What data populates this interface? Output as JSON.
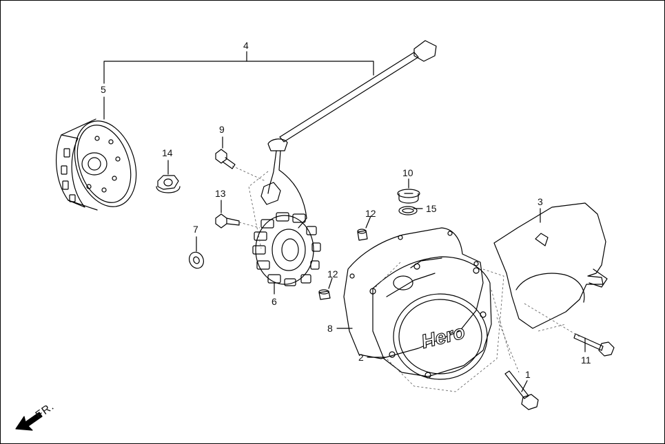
{
  "diagram": {
    "brand_text": "Hero",
    "direction_label": "FR.",
    "callouts": {
      "c1": "1",
      "c2": "2",
      "c3": "3",
      "c4": "4",
      "c5": "5",
      "c6": "6",
      "c7": "7",
      "c8": "8",
      "c9": "9",
      "c10": "10",
      "c11": "11",
      "c12a": "12",
      "c12b": "12",
      "c13": "13",
      "c14": "14",
      "c15": "15"
    },
    "line_color": "#000000",
    "dash_color": "#555555"
  }
}
